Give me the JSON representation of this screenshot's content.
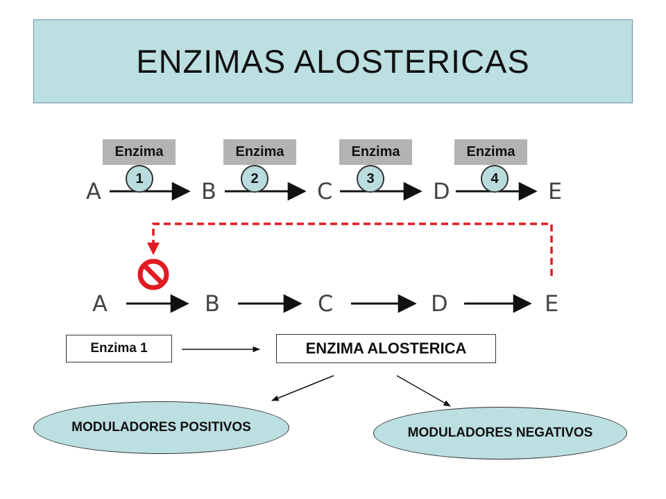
{
  "title": "ENZIMAS ALOSTERICAS",
  "pathway_top": {
    "enzymes": [
      {
        "label": "Enzima",
        "number": "1"
      },
      {
        "label": "Enzima",
        "number": "2"
      },
      {
        "label": "Enzima",
        "number": "3"
      },
      {
        "label": "Enzima",
        "number": "4"
      }
    ],
    "letters": [
      "A",
      "B",
      "C",
      "D",
      "E"
    ]
  },
  "pathway_bottom": {
    "letters": [
      "A",
      "B",
      "C",
      "D",
      "E"
    ]
  },
  "enzyme_box": "Enzima 1",
  "allosteric_box": "ENZIMA ALOSTERICA",
  "modulators": {
    "positive": "MODULADORES POSITIVOS",
    "negative": "MODULADORES NEGATIVOS"
  },
  "colors": {
    "title_bg": "#bcdfe1",
    "enzyme_label_bg": "#b3b3b3",
    "inhibition_red": "#e11b22"
  }
}
